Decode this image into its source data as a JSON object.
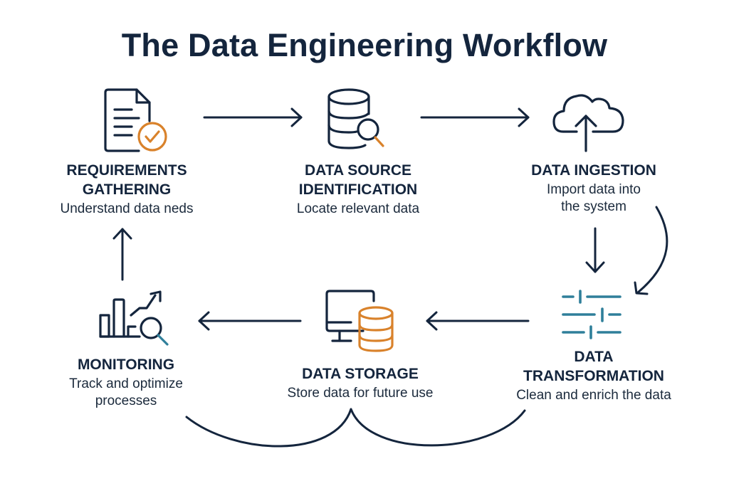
{
  "title": "The Data Engineering Workflow",
  "colors": {
    "navy": "#14253d",
    "orange": "#d9822b",
    "teal": "#2f7f9a",
    "background": "#ffffff"
  },
  "steps": [
    {
      "id": "requirements",
      "title_line1": "REQUIREMENTS",
      "title_line2": "GATHERING",
      "desc_line1": "Understand data neds",
      "desc_line2": "",
      "icon": "document-check-icon"
    },
    {
      "id": "source",
      "title_line1": "DATA SOURCE",
      "title_line2": "IDENTIFICATION",
      "desc_line1": "Locate relevant data",
      "desc_line2": "",
      "icon": "database-search-icon"
    },
    {
      "id": "ingestion",
      "title_line1": "DATA INGESTION",
      "title_line2": "",
      "desc_line1": "Import data into",
      "desc_line2": "the system",
      "icon": "cloud-upload-icon"
    },
    {
      "id": "transformation",
      "title_line1": "DATA",
      "title_line2": "TRANSFORMATION",
      "desc_line1": "Clean and enrich the data",
      "desc_line2": "",
      "icon": "sliders-icon"
    },
    {
      "id": "storage",
      "title_line1": "DATA STORAGE",
      "title_line2": "",
      "desc_line1": "Store data for future use",
      "desc_line2": "",
      "icon": "monitor-database-icon"
    },
    {
      "id": "monitoring",
      "title_line1": "MONITORING",
      "title_line2": "",
      "desc_line1": "Track and optimize",
      "desc_line2": "processes",
      "icon": "chart-search-icon"
    }
  ],
  "connections": [
    {
      "from": "requirements",
      "to": "source"
    },
    {
      "from": "source",
      "to": "ingestion"
    },
    {
      "from": "ingestion",
      "to": "transformation"
    },
    {
      "from": "transformation",
      "to": "storage"
    },
    {
      "from": "storage",
      "to": "monitoring"
    },
    {
      "from": "monitoring",
      "to": "requirements"
    }
  ]
}
